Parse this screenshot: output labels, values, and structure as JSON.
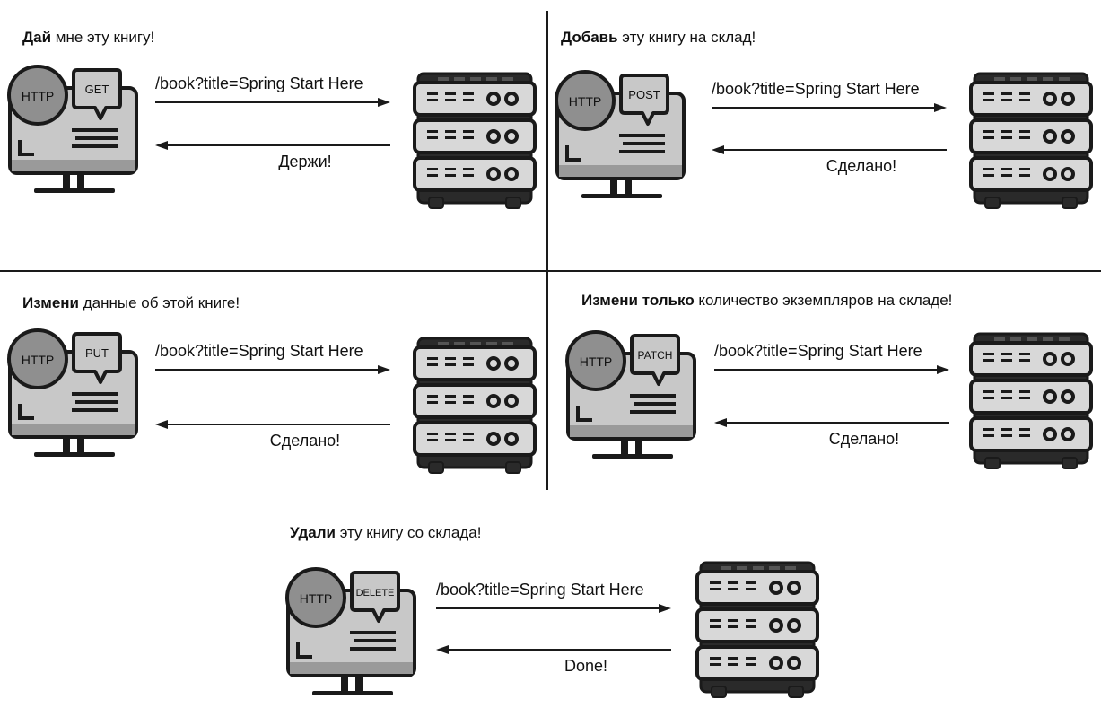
{
  "panels": [
    {
      "heading_bold": "Дай",
      "heading_rest": " мне эту книгу!",
      "method": "GET",
      "protocol": "HTTP",
      "request": "/book?title=Spring Start Here",
      "response": "Держи!"
    },
    {
      "heading_bold": "Добавь",
      "heading_rest": " эту книгу на склад!",
      "method": "POST",
      "protocol": "HTTP",
      "request": "/book?title=Spring Start Here",
      "response": "Сделано!"
    },
    {
      "heading_bold": "Измени",
      "heading_rest": " данные об этой книге!",
      "method": "PUT",
      "protocol": "HTTP",
      "request": "/book?title=Spring Start Here",
      "response": "Сделано!"
    },
    {
      "heading_bold": "Измени только",
      "heading_rest": " количество экземпляров на складе!",
      "method": "PATCH",
      "protocol": "HTTP",
      "request": "/book?title=Spring Start Here",
      "response": "Сделано!"
    },
    {
      "heading_bold": "Удали",
      "heading_rest": " эту книгу со склада!",
      "method": "DELETE",
      "protocol": "HTTP",
      "request": "/book?title=Spring Start Here",
      "response": "Done!"
    }
  ]
}
